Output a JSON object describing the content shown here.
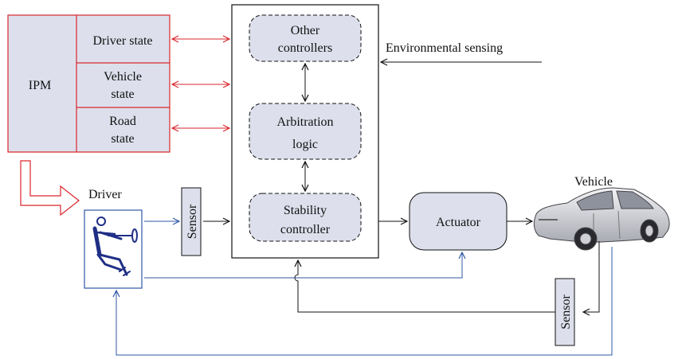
{
  "colors": {
    "ipm_border": "#d9262c",
    "ipm_fill": "#dde0ec",
    "driver_link": "#2f57a6",
    "box_fill": "#dde0ec",
    "text": "#111111"
  },
  "ipm": {
    "label": "IPM",
    "driver_state": "Driver state",
    "vehicle_state": [
      "Vehicle",
      "state"
    ],
    "road_state": [
      "Road",
      "state"
    ]
  },
  "controllers": {
    "other": [
      "Other",
      "controllers"
    ],
    "arbitration": [
      "Arbitration",
      "logic"
    ],
    "stability": [
      "Stability",
      "controller"
    ]
  },
  "env_sensing": "Environmental sensing",
  "driver": {
    "label": "Driver",
    "icon": "driver-steering-icon"
  },
  "sensor_left": "Sensor",
  "sensor_right": "Sensor",
  "actuator": "Actuator",
  "vehicle": {
    "label": "Vehicle",
    "icon": "car-icon"
  }
}
